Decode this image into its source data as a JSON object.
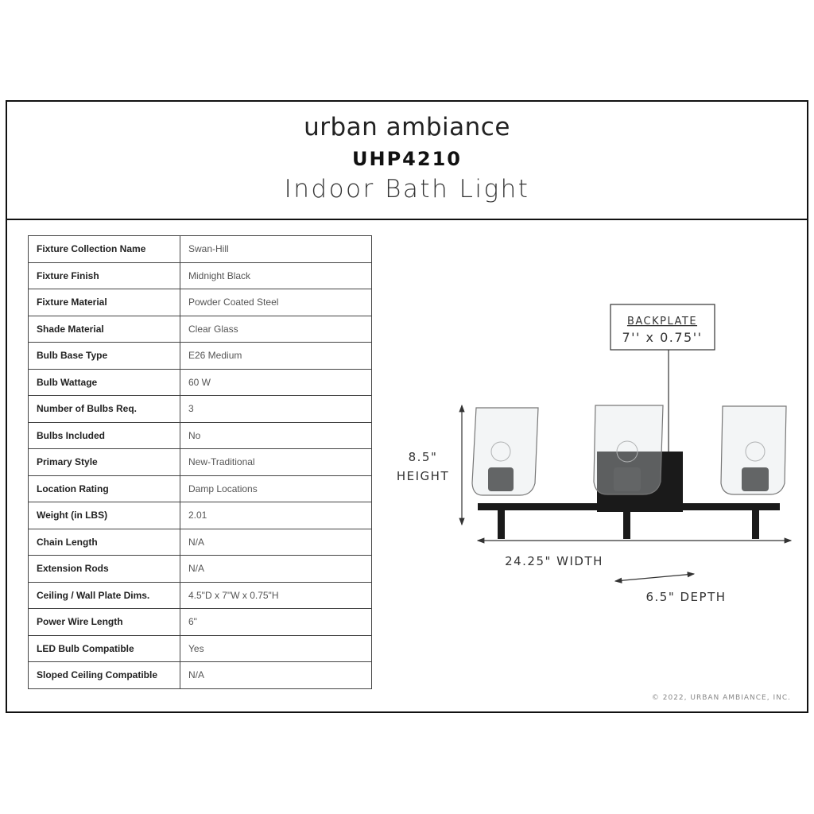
{
  "header": {
    "brand": "urban ambiance",
    "model": "UHP4210",
    "product_type": "Indoor Bath Light"
  },
  "specs": [
    {
      "label": "Fixture Collection Name",
      "value": "Swan-Hill"
    },
    {
      "label": "Fixture Finish",
      "value": "Midnight Black"
    },
    {
      "label": "Fixture Material",
      "value": "Powder Coated Steel"
    },
    {
      "label": "Shade Material",
      "value": "Clear Glass"
    },
    {
      "label": "Bulb Base Type",
      "value": "E26 Medium"
    },
    {
      "label": "Bulb Wattage",
      "value": "60 W"
    },
    {
      "label": "Number of Bulbs Req.",
      "value": "3"
    },
    {
      "label": "Bulbs Included",
      "value": "No"
    },
    {
      "label": "Primary Style",
      "value": "New-Traditional"
    },
    {
      "label": "Location Rating",
      "value": "Damp Locations"
    },
    {
      "label": "Weight (in LBS)",
      "value": "2.01"
    },
    {
      "label": "Chain Length",
      "value": "N/A"
    },
    {
      "label": "Extension Rods",
      "value": "N/A"
    },
    {
      "label": "Ceiling / Wall Plate Dims.",
      "value": "4.5\"D x 7\"W x 0.75\"H"
    },
    {
      "label": "Power Wire Length",
      "value": "6\""
    },
    {
      "label": "LED Bulb Compatible",
      "value": "Yes"
    },
    {
      "label": "Sloped Ceiling Compatible",
      "value": "N/A"
    }
  ],
  "diagram": {
    "backplate_title": "BACKPLATE",
    "backplate_dims": "7'' x 0.75''",
    "height_value": "8.5\"",
    "height_label": "HEIGHT",
    "width_label": "24.25\" WIDTH",
    "depth_label": "6.5\" DEPTH"
  },
  "copyright": "© 2022, URBAN AMBIANCE, INC."
}
